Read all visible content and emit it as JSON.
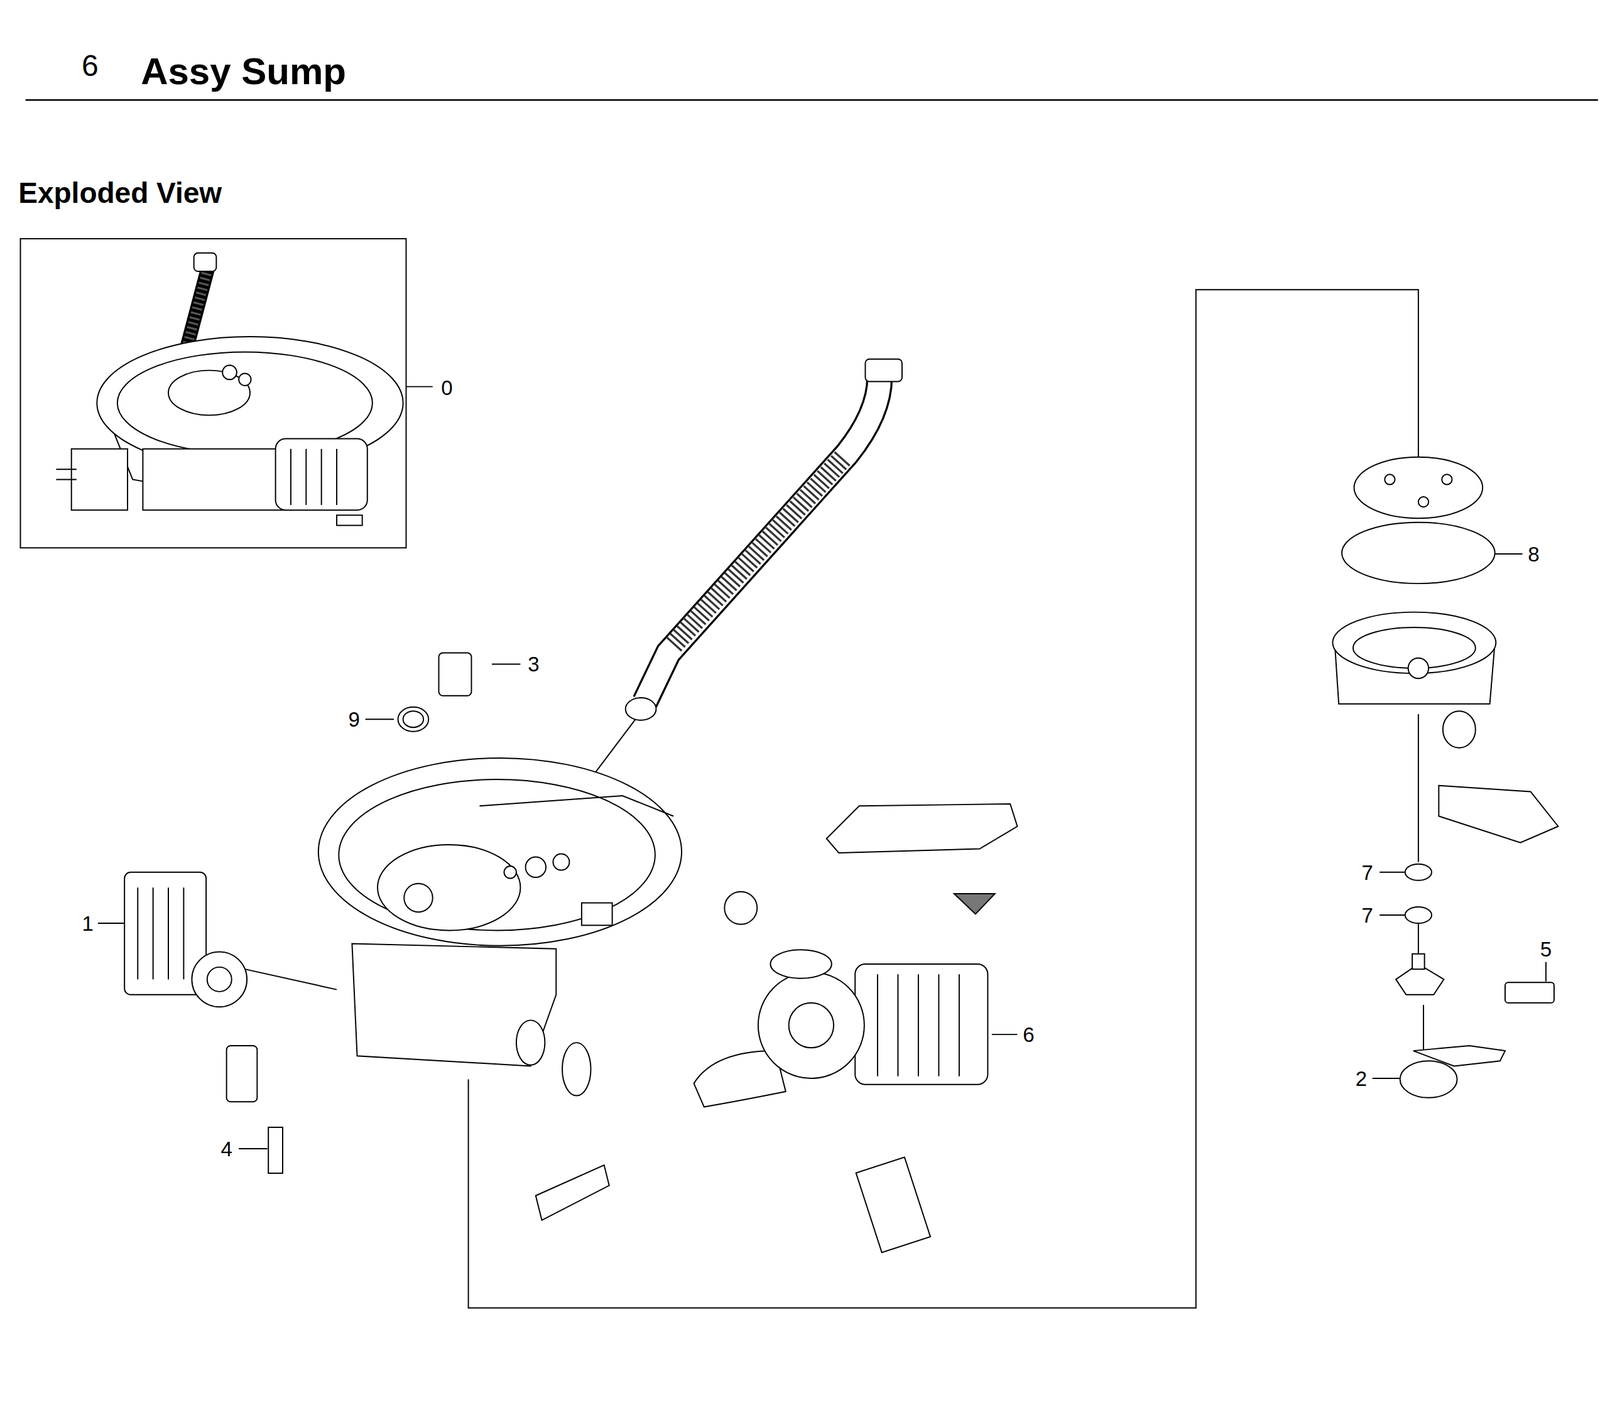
{
  "diagram": {
    "title": "Assy Sump",
    "labels": [
      "6",
      "Exploded View",
      "0",
      "3",
      "9",
      "1",
      "4",
      "6",
      "8",
      "7",
      "7",
      "5",
      "2"
    ]
  }
}
